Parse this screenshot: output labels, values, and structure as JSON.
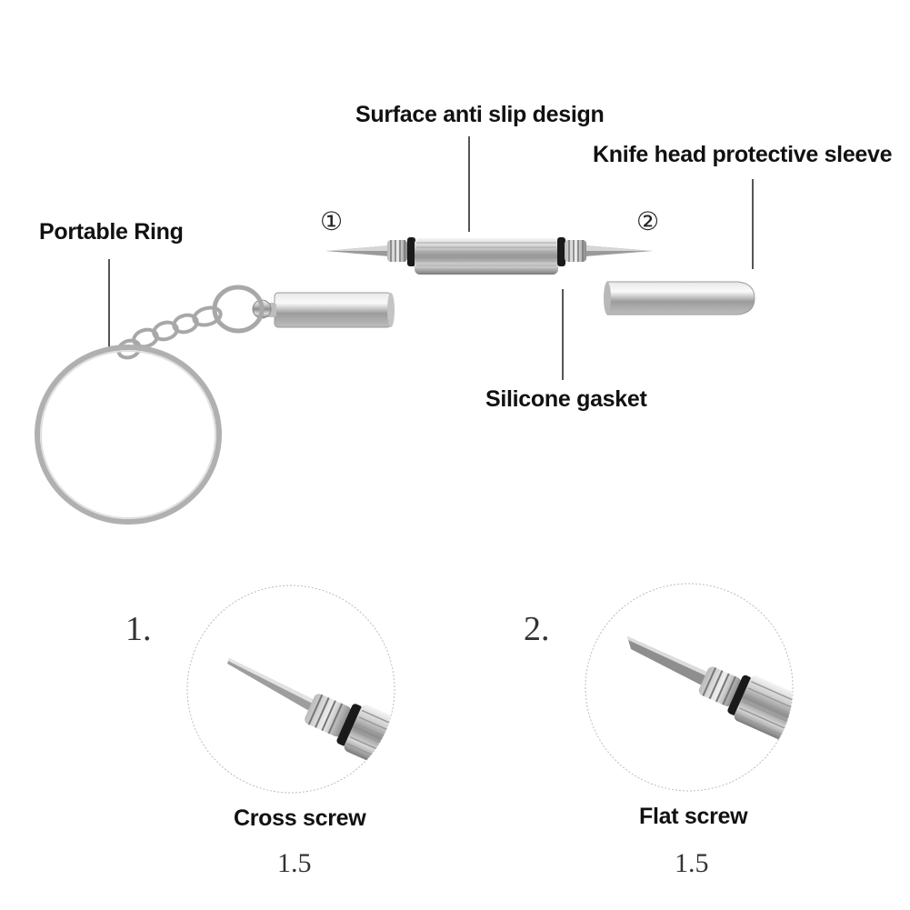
{
  "callouts": {
    "surface": "Surface anti slip design",
    "sleeve": "Knife head protective sleeve",
    "ring": "Portable Ring",
    "gasket": "Silicone gasket"
  },
  "markers": {
    "one": "①",
    "two": "②"
  },
  "details": [
    {
      "index": "1.",
      "name": "Cross screw",
      "size": "1.5"
    },
    {
      "index": "2.",
      "name": "Flat screw",
      "size": "1.5"
    }
  ]
}
